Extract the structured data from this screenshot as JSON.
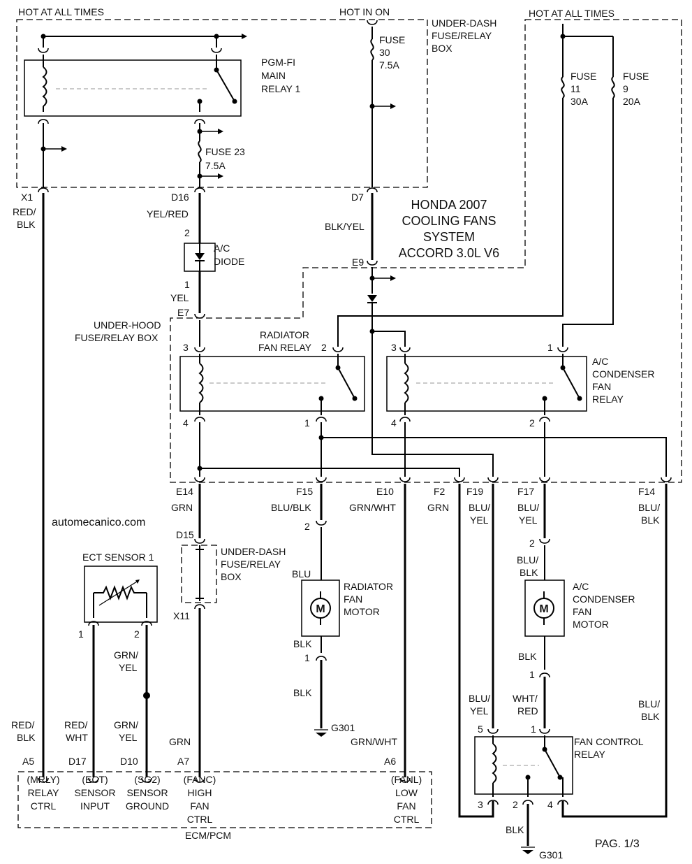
{
  "header": {
    "hot_at_all_times_left": "HOT AT ALL TIMES",
    "hot_in_on": "HOT IN ON",
    "hot_at_all_times_right": "HOT AT ALL TIMES"
  },
  "title": {
    "line1": "HONDA 2007",
    "line2": "COOLING FANS",
    "line3": "SYSTEM",
    "line4": "ACCORD 3.0L V6"
  },
  "website": "automecanico.com",
  "page_label": "PAG. 1/3",
  "boxes": {
    "under_dash_top": [
      "UNDER-DASH",
      "FUSE/RELAY",
      "BOX"
    ],
    "under_hood": [
      "UNDER-HOOD",
      "FUSE/RELAY BOX"
    ],
    "under_dash_mid": [
      "UNDER-DASH",
      "FUSE/RELAY",
      "BOX"
    ],
    "ecm": "ECM/PCM"
  },
  "components": {
    "pgmfi_relay": [
      "PGM-FI",
      "MAIN",
      "RELAY 1"
    ],
    "fuse30": [
      "FUSE",
      "30",
      "7.5A"
    ],
    "fuse23": [
      "FUSE 23",
      "7.5A"
    ],
    "fuse11": [
      "FUSE",
      "11",
      "30A"
    ],
    "fuse9": [
      "FUSE",
      "9",
      "20A"
    ],
    "ac_diode": [
      "A/C",
      "DIODE"
    ],
    "radiator_fan_relay": [
      "RADIATOR",
      "FAN RELAY"
    ],
    "ac_condenser_fan_relay": [
      "A/C",
      "CONDENSER",
      "FAN",
      "RELAY"
    ],
    "ect_sensor": "ECT SENSOR 1",
    "radiator_fan_motor": [
      "RADIATOR",
      "FAN",
      "MOTOR"
    ],
    "ac_condenser_fan_motor": [
      "A/C",
      "CONDENSER",
      "FAN",
      "MOTOR"
    ],
    "fan_control_relay": [
      "FAN CONTROL",
      "RELAY"
    ],
    "motor_symbol": "M"
  },
  "connectors": {
    "x1": "X1",
    "d16": "D16",
    "d7": "D7",
    "e9": "E9",
    "e7": "E7",
    "e14": "E14",
    "f15": "F15",
    "e10": "E10",
    "f2": "F2",
    "f19": "F19",
    "f17": "F17",
    "f14": "F14",
    "d15": "D15",
    "x11": "X11",
    "a5": "A5",
    "d17": "D17",
    "d10": "D10",
    "a7": "A7",
    "a6": "A6"
  },
  "wires": {
    "red_blk": [
      "RED/",
      "BLK"
    ],
    "yel_red": "YEL/RED",
    "blk_yel": "BLK/YEL",
    "yel": "YEL",
    "grn": "GRN",
    "blu_blk_f15": "BLU/BLK",
    "grn_wht": "GRN/WHT",
    "grn_f2": "GRN",
    "blu_yel": [
      "BLU/",
      "YEL"
    ],
    "blu_yel_f17": [
      "BLU/",
      "YEL"
    ],
    "blu_blk_f14": [
      "BLU/",
      "BLK"
    ],
    "blu": "BLU",
    "blk": "BLK",
    "blu_blk_motor": [
      "BLU/",
      "BLK"
    ],
    "grn_yel": [
      "GRN/",
      "YEL"
    ],
    "red_blk_bottom": [
      "RED/",
      "BLK"
    ],
    "red_wht": [
      "RED/",
      "WHT"
    ],
    "grn_yel_bottom": [
      "GRN/",
      "YEL"
    ],
    "grn_bottom": "GRN",
    "grn_wht_bottom": "GRN/WHT",
    "blu_yel_bottom": [
      "BLU/",
      "YEL"
    ],
    "wht_red": [
      "WHT/",
      "RED"
    ],
    "blu_blk_bottom": [
      "BLU/",
      "BLK"
    ],
    "blk_bottom": "BLK"
  },
  "pins": {
    "diode_2": "2",
    "diode_1": "1",
    "rfr_3": "3",
    "rfr_2": "2",
    "rfr_4": "4",
    "rfr_1": "1",
    "acr_3": "3",
    "acr_1": "1",
    "acr_4": "4",
    "acr_2": "2",
    "rfm_2": "2",
    "rfm_1": "1",
    "acm_2": "2",
    "acm_1": "1",
    "ect_1": "1",
    "ect_2": "2",
    "fcr_5": "5",
    "fcr_1": "1",
    "fcr_3": "3",
    "fcr_2": "2",
    "fcr_4": "4"
  },
  "grounds": {
    "g301_left": "G301",
    "g301_right": "G301"
  },
  "ecm_pins": [
    [
      "(MRLY)",
      "RELAY",
      "CTRL"
    ],
    [
      "(ECT)",
      "SENSOR",
      "INPUT"
    ],
    [
      "(SG2)",
      "SENSOR",
      "GROUND"
    ],
    [
      "(FANC)",
      "HIGH",
      "FAN",
      "CTRL"
    ],
    [
      "(FANL)",
      "LOW",
      "FAN",
      "CTRL"
    ]
  ]
}
